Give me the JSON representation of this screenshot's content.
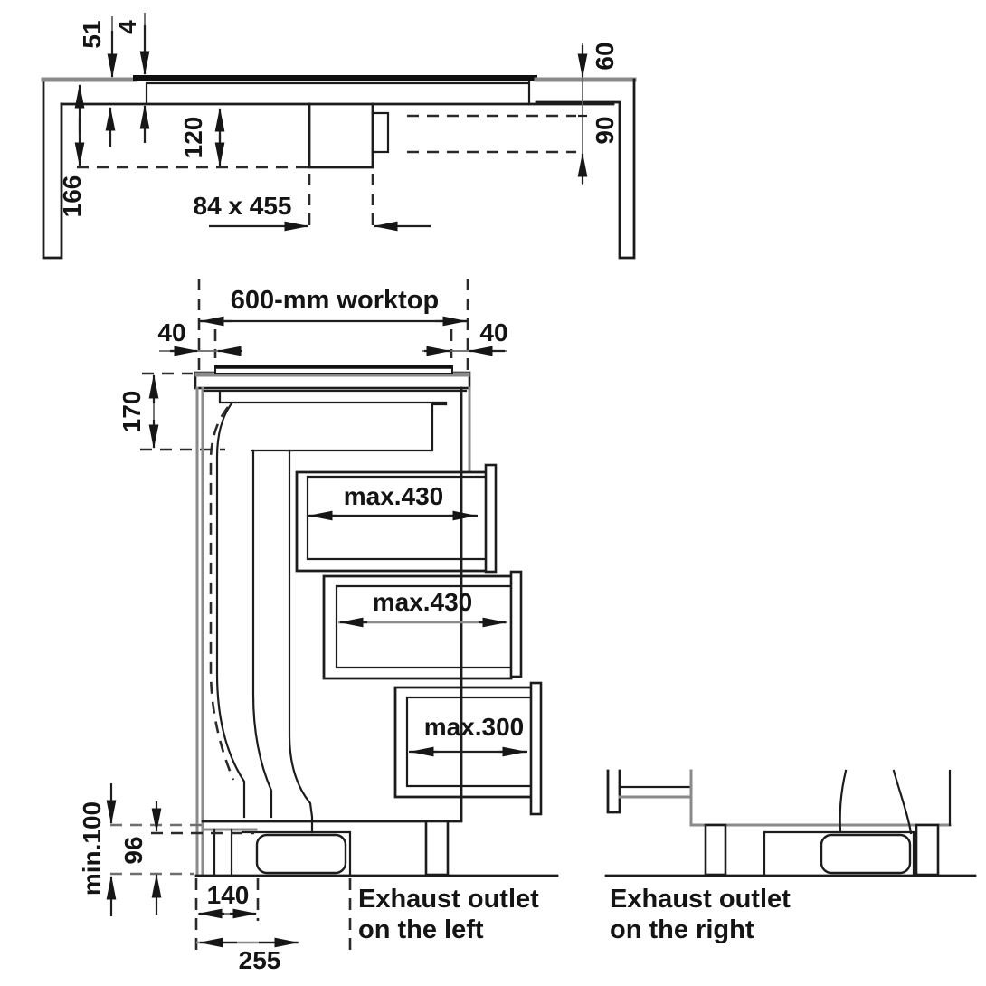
{
  "labels": {
    "top_view": {
      "dim_51": "51",
      "dim_4": "4",
      "dim_60": "60",
      "dim_120": "120",
      "dim_90": "90",
      "dim_166": "166",
      "dim_cutout": "84 x 455"
    },
    "front_view": {
      "dim_worktop": "600-mm worktop",
      "dim_40_left": "40",
      "dim_40_right": "40",
      "dim_170": "170",
      "drawer_top": "max.430",
      "drawer_middle": "max.430",
      "drawer_bottom": "max.300"
    },
    "plinth": {
      "dim_min_height": "min.100",
      "dim_96": "96",
      "dim_140": "140",
      "dim_255": "255",
      "caption_line1": "Exhaust outlet",
      "caption_line2": "on the left"
    },
    "right_view": {
      "caption_line1": "Exhaust outlet",
      "caption_line2": "on the right"
    }
  },
  "colors": {
    "line": "#1c1c1c",
    "gray": "#8a8a8a",
    "background": "#ffffff",
    "text": "#141414"
  }
}
